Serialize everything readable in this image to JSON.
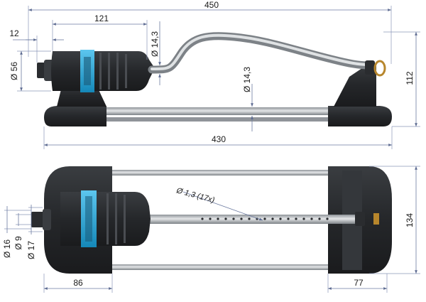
{
  "dimensions": {
    "overall_length": "450",
    "hose_connector_offset": "12",
    "nozzle_body_length": "121",
    "upper_diameter_arc": "Ø 14,3",
    "middle_diameter_tube": "Ø 14,3",
    "inlet_diameter": "Ø 56",
    "height": "112",
    "base_length": "430",
    "nozzle_holes": "Ø 1,3 (17x)",
    "width": "134",
    "diameter_16": "Ø 16",
    "diameter_9": "Ø 9",
    "diameter_17": "Ø 17",
    "left_foot": "86",
    "right_foot": "77"
  },
  "colors": {
    "body": "#2b2d30",
    "accent": "#1fa7dd",
    "metal": "#b8bcc0",
    "dimension_line": "#6b7aa0"
  }
}
